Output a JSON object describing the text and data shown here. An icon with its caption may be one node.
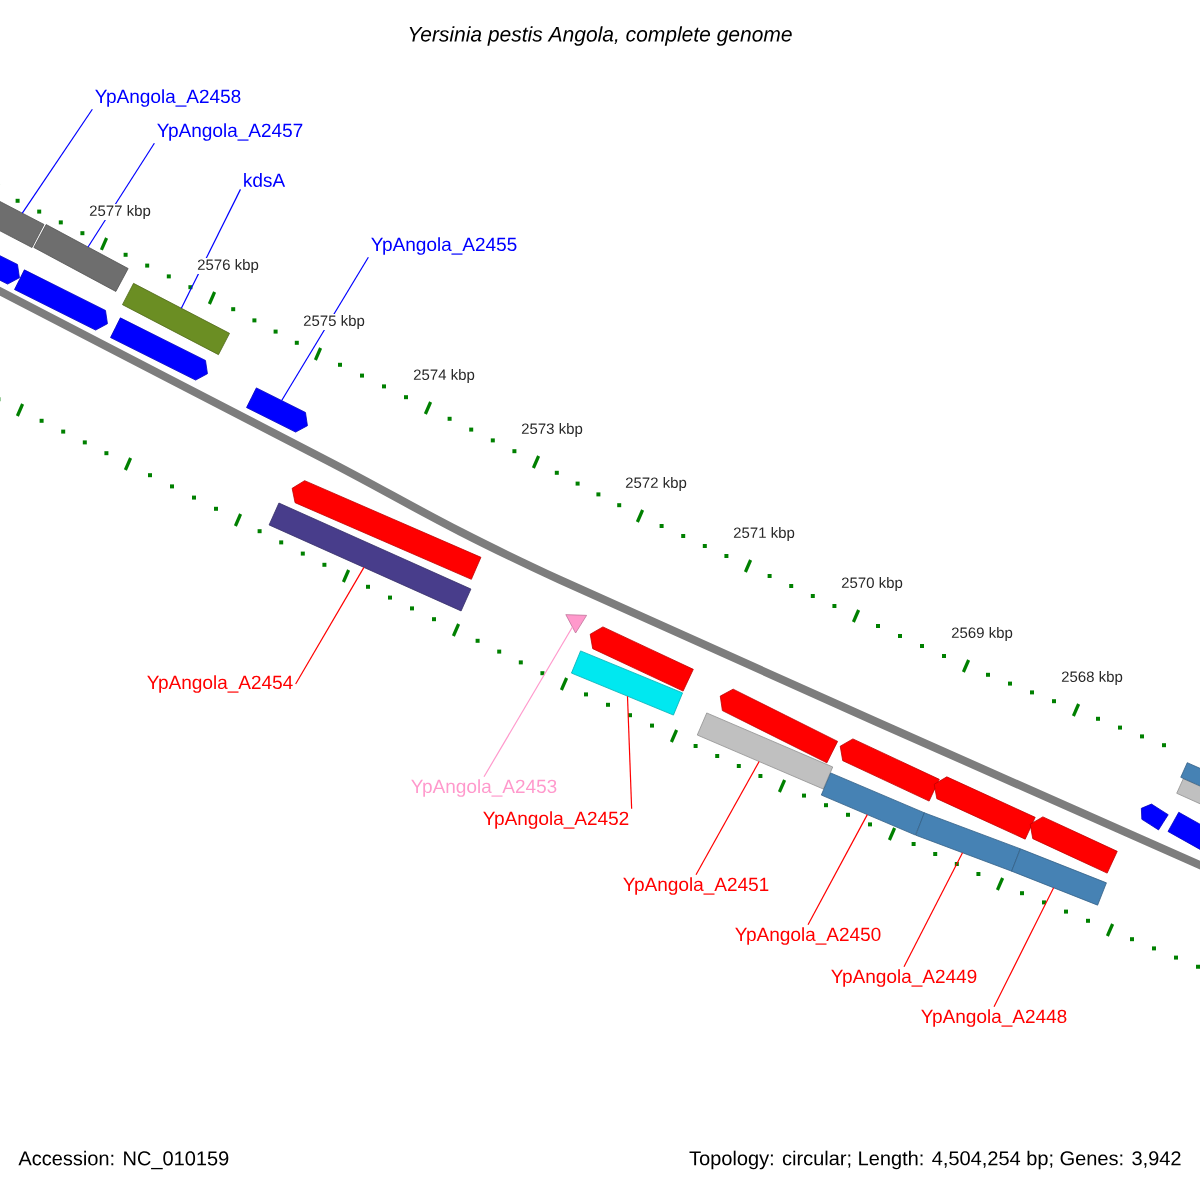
{
  "diagram": {
    "title": "Yersinia pestis Angola, complete genome",
    "nodes": [
      {
        "text": [
          "YpAngola_A2458"
        ]
      },
      {
        "text": [
          "YpAngola_A2457"
        ]
      },
      {
        "text": [
          "kdsA"
        ]
      },
      {
        "text": [
          "YpAngola_A2455"
        ]
      },
      {
        "text": [
          "YpAngola_A2454"
        ]
      },
      {
        "text": [
          "YpAngola_A2453"
        ]
      },
      {
        "text": [
          "YpAngola_A2452"
        ]
      },
      {
        "text": [
          "YpAngola_A2451"
        ]
      },
      {
        "text": [
          "YpAngola_A2450"
        ]
      },
      {
        "text": [
          "YpAngola_A2449"
        ]
      },
      {
        "text": [
          "YpAngola_A2448"
        ]
      },
      {
        "text": [],
        "shape": "bar"
      },
      {
        "text": [],
        "shape": "bar"
      },
      {
        "text": [],
        "shape": "bar"
      },
      {
        "text": [],
        "shape": "pentagon"
      },
      {
        "text": [],
        "shape": "pentagon"
      },
      {
        "text": [],
        "shape": "pentagon"
      },
      {
        "text": [],
        "shape": "pentagon"
      },
      {
        "text": [],
        "shape": "pentagon"
      },
      {
        "text": [],
        "shape": "bar"
      },
      {
        "text": [],
        "shape": "triangle"
      },
      {
        "text": [],
        "shape": "pentagon"
      },
      {
        "text": [],
        "shape": "bar"
      },
      {
        "text": [],
        "shape": "pentagon"
      },
      {
        "text": [],
        "shape": "bar"
      },
      {
        "text": [],
        "shape": "pentagon"
      },
      {
        "text": [],
        "shape": "pentagon"
      },
      {
        "text": [],
        "shape": "pentagon"
      },
      {
        "text": [],
        "shape": "bar"
      },
      {
        "text": [],
        "shape": "bar"
      },
      {
        "text": [],
        "shape": "bar"
      },
      {
        "text": [],
        "shape": "pentagon"
      },
      {
        "text": [],
        "shape": "pentagon"
      },
      {
        "text": [],
        "shape": "bar"
      },
      {
        "text": [],
        "shape": "bar"
      }
    ],
    "edges": [
      {
        "from": 0,
        "to": 11,
        "arrow": "none",
        "color": "#0000ff"
      },
      {
        "from": 1,
        "to": 12,
        "arrow": "none",
        "color": "#0000ff"
      },
      {
        "from": 2,
        "to": 13,
        "arrow": "none",
        "color": "#0000ff"
      },
      {
        "from": 3,
        "to": 17,
        "arrow": "none",
        "color": "#0000ff"
      },
      {
        "from": 4,
        "to": 19,
        "arrow": "none"
      },
      {
        "from": 5,
        "to": 20,
        "arrow": "none",
        "color": "#ff99cc"
      },
      {
        "from": 6,
        "to": 22,
        "arrow": "none"
      },
      {
        "from": 7,
        "to": 24,
        "arrow": "none"
      },
      {
        "from": 8,
        "to": 28,
        "arrow": "none"
      },
      {
        "from": 9,
        "to": 29,
        "arrow": "none"
      },
      {
        "from": 10,
        "to": 30,
        "arrow": "none"
      }
    ],
    "labels": [
      "2577 kbp",
      "2576 kbp",
      "2575 kbp",
      "2574 kbp",
      "2573 kbp",
      "2572 kbp",
      "2571 kbp",
      "2570 kbp",
      "2569 kbp",
      "2568 kbp",
      "Accession: NC_010159",
      "Topology: circular; Length: 4,504,254 bp; Genes: 3,942"
    ]
  }
}
